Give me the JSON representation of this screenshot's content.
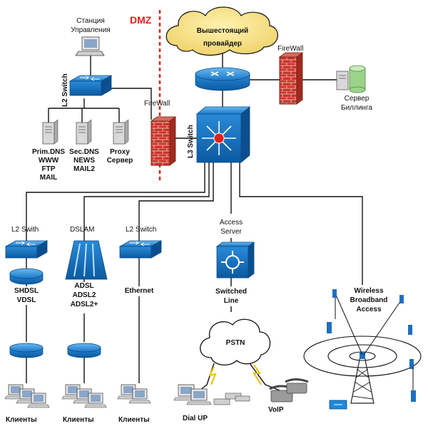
{
  "dmz": {
    "label": "DMZ",
    "color": "#e0201c"
  },
  "provider": {
    "line1": "Вышестоящий",
    "line2": "провайдер"
  },
  "mgmt": {
    "line1": "Станция",
    "line2": "Управления"
  },
  "l2switch_top": {
    "label": "L2 Switch"
  },
  "l3switch": {
    "label": "L3 Switch"
  },
  "firewall_left": {
    "label": "FireWall"
  },
  "firewall_right": {
    "label": "FireWall"
  },
  "billing": {
    "line1": "Сервер",
    "line2": "Биллинга"
  },
  "servers": [
    {
      "lines": [
        "Prim.DNS",
        "WWW",
        "FTP",
        "MAIL"
      ]
    },
    {
      "lines": [
        "Sec.DNS",
        "NEWS",
        "MAIL2"
      ]
    },
    {
      "lines": [
        "Proxy",
        "Сервер"
      ]
    }
  ],
  "branches": {
    "l2_left": {
      "label": "L2 Swith"
    },
    "dslam": {
      "label": "DSLAM"
    },
    "l2_mid": {
      "label": "L2 Switch"
    },
    "access": {
      "line1": "Access",
      "line2": "Server"
    }
  },
  "shdsl": {
    "line1": "SHDSL",
    "line2": "VDSL"
  },
  "adsl": {
    "line1": "ADSL",
    "line2": "ADSL2",
    "line3": "ADSL2+"
  },
  "ethernet": {
    "label": "Ethernet"
  },
  "switched": {
    "line1": "Switched",
    "line2": "Line"
  },
  "pstn": {
    "label": "PSTN"
  },
  "wireless": {
    "line1": "Wireless",
    "line2": "Broadband",
    "line3": "Access"
  },
  "clients": [
    {
      "label": "Клиенты"
    },
    {
      "label": "Клиенты"
    },
    {
      "label": "Клиенты"
    }
  ],
  "dialup": {
    "label": "Dial UP"
  },
  "voip": {
    "label": "VoIP"
  },
  "colors": {
    "device_blue": "#1e88d8",
    "device_dark": "#0d5fa8",
    "cloud": "#f5e08a",
    "brick": "#c0392b",
    "server_green": "#8fcf7a"
  }
}
